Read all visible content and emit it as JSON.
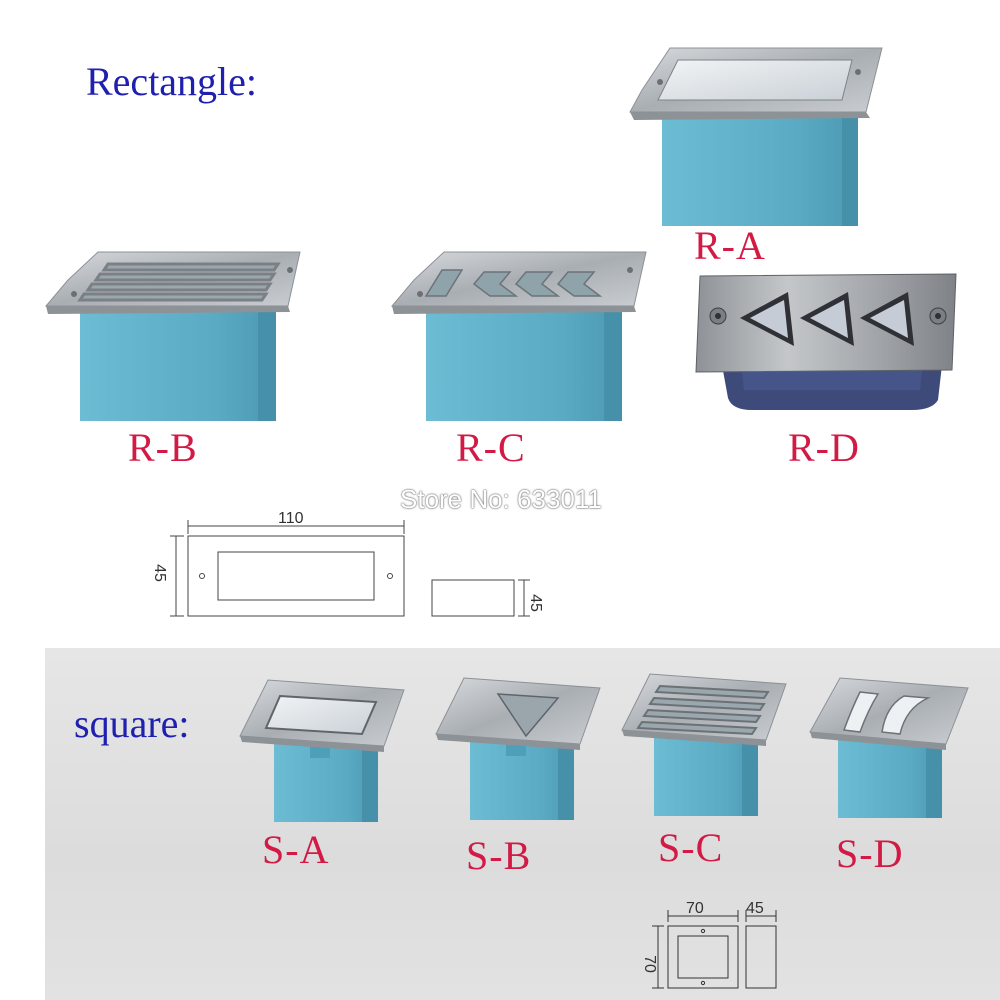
{
  "rectangle_section": {
    "title": "Rectangle:",
    "items": [
      {
        "label": "R-A"
      },
      {
        "label": "R-B"
      },
      {
        "label": "R-C"
      },
      {
        "label": "R-D"
      }
    ],
    "watermark": "Store No: 633011",
    "drawing": {
      "width": "110",
      "height": "45",
      "depth": "45"
    }
  },
  "square_section": {
    "title": "square:",
    "items": [
      {
        "label": "S-A"
      },
      {
        "label": "S-B"
      },
      {
        "label": "S-C"
      },
      {
        "label": "S-D"
      }
    ],
    "drawing": {
      "width": "70",
      "height": "70",
      "depth": "45"
    }
  },
  "colors": {
    "title_blue": "#1f1fb0",
    "label_red": "#d21a44",
    "box_blue": "#5fb0c8",
    "steel": "#b8bcc0"
  }
}
